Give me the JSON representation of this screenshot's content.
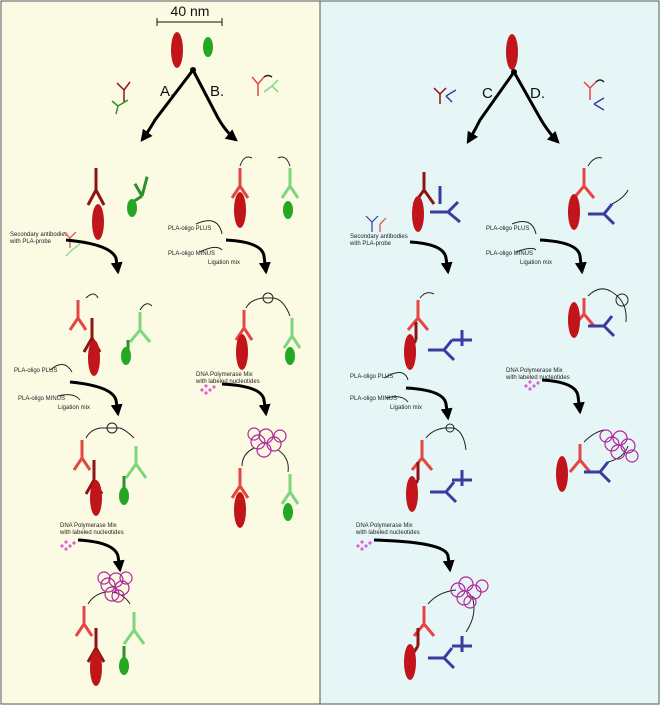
{
  "scale_bar": {
    "label": "40 nm"
  },
  "branches": {
    "a": "A.",
    "b": "B.",
    "c": "C.",
    "d": "D."
  },
  "reagents": {
    "secondary_antibodies": [
      "Secondary antibodies",
      "with PLA-probe"
    ],
    "oligo_plus": "PLA-oligo PLUS",
    "oligo_minus": "PLA-oligo MINUS",
    "ligation_mix": "Ligation mix",
    "polymerase_mix": [
      "DNA Polymerase Mix",
      "with labeled nucleotides"
    ]
  },
  "colors": {
    "panel_left_bg": "#fbfbe4",
    "panel_right_bg": "#e6f6f7",
    "target_protein_1": "#c2141b",
    "target_protein_2": "#24a824",
    "antibody_dark_red": "#8c1414",
    "antibody_light_red": "#e64545",
    "antibody_dark_green": "#2f8f2f",
    "antibody_light_green": "#7fd67f",
    "antibody_blue": "#3a3aa0",
    "rca_product": "#b0289b",
    "labeled_nucleotide": "#e35bd6",
    "arrow": "#000000"
  }
}
